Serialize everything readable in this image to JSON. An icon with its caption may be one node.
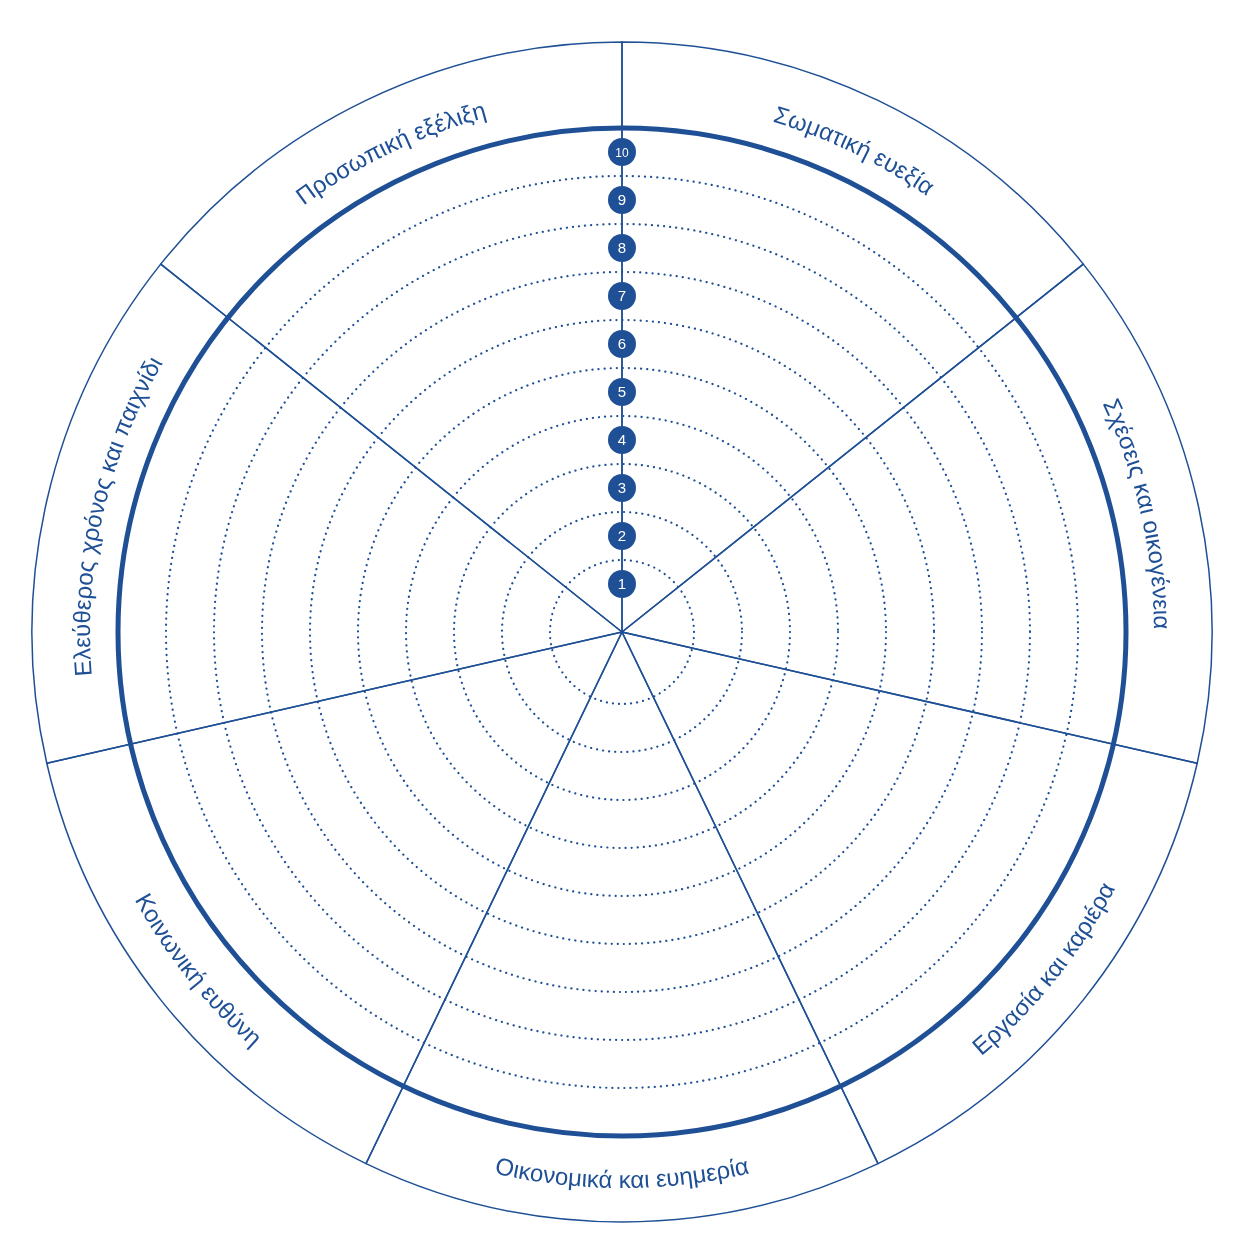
{
  "diagram": {
    "nodes": [
      {
        "text": [
          "Σωματική ευεξία"
        ]
      },
      {
        "text": [
          "Σχέσεις και οικογένεια"
        ]
      },
      {
        "text": [
          "Εργασία και καριέρα"
        ]
      },
      {
        "text": [
          "Οικονομικά και ευημερία"
        ]
      },
      {
        "text": [
          "Κοινωνική ευθύνη"
        ]
      },
      {
        "text": [
          "Ελεύθερος χρόνος και παιχνίδι"
        ]
      },
      {
        "text": [
          "Προσωπική εξέλιξη"
        ]
      },
      {
        "text": [
          "10"
        ]
      },
      {
        "text": [
          "9"
        ]
      },
      {
        "text": [
          "8"
        ]
      },
      {
        "text": [
          "7"
        ]
      },
      {
        "text": [
          "6"
        ]
      },
      {
        "text": [
          "5"
        ]
      },
      {
        "text": [
          "4"
        ]
      },
      {
        "text": [
          "3"
        ]
      },
      {
        "text": [
          "2"
        ]
      },
      {
        "text": [
          "1"
        ]
      }
    ],
    "edges": []
  }
}
